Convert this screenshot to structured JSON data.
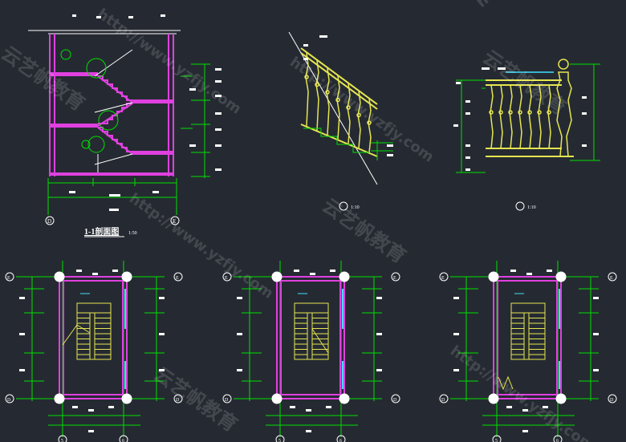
{
  "section": {
    "title": "1-1剖面图",
    "scale": "1:50",
    "axis_left": "D",
    "axis_right": "E"
  },
  "detail_scale": "1:10",
  "plans": [
    {
      "axis_top_left": "E",
      "axis_top_right": "E",
      "axis_bottom_left": "D",
      "axis_bottom_right": "D",
      "axis_bottom_1": "5",
      "axis_bottom_2": "6"
    },
    {
      "axis_top_left": "E",
      "axis_top_right": "E",
      "axis_bottom_left": "D",
      "axis_bottom_right": "D",
      "axis_bottom_1": "5",
      "axis_bottom_2": "6"
    },
    {
      "axis_top_left": "E",
      "axis_top_right": "E",
      "axis_bottom_left": "D",
      "axis_bottom_right": "D",
      "axis_bottom_1": "5",
      "axis_bottom_2": "6"
    }
  ],
  "watermarks": [
    "http://www.yzfjy.com",
    "云艺帆教育"
  ],
  "colors": {
    "background": "#252a32",
    "dimension": "#00e000",
    "wall": "#e040e0",
    "stair": "#e6e650",
    "frame": "#ffffff",
    "glass": "#40e0ff"
  }
}
